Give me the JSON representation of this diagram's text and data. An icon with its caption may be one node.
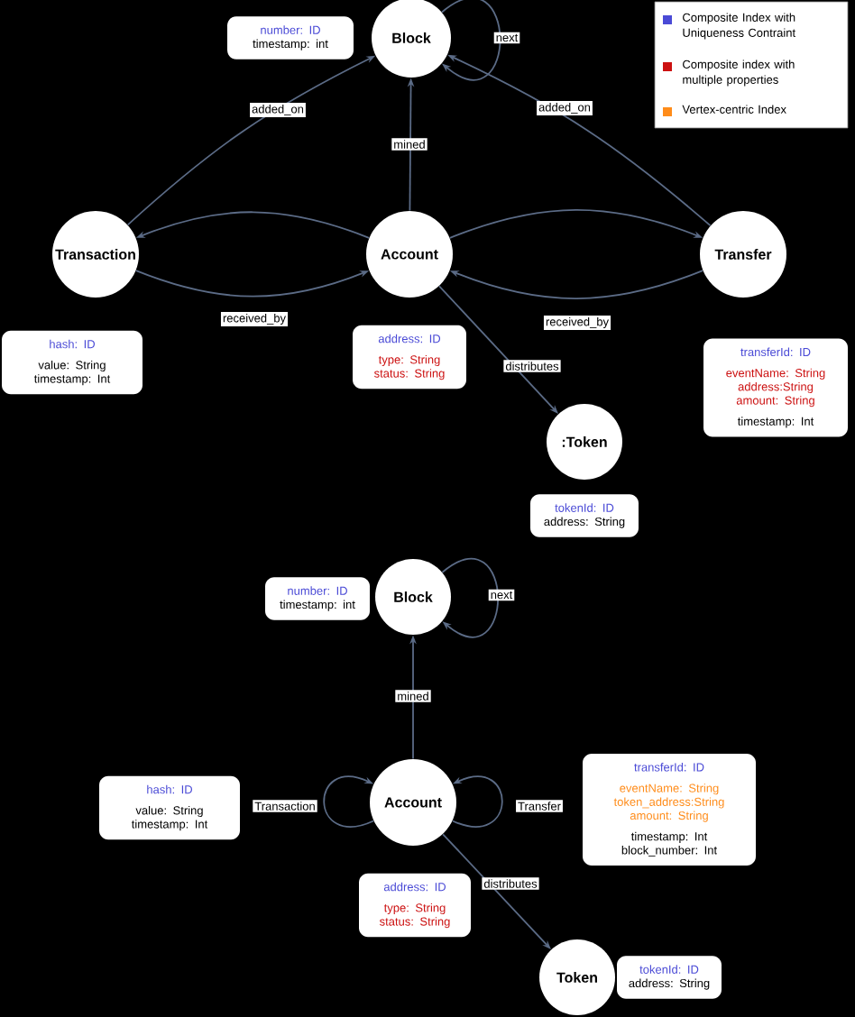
{
  "diagram": {
    "nodes": [
      {
        "text": [
          "Block"
        ]
      },
      {
        "text": [
          "number: ID",
          "timestamp: int"
        ]
      },
      {
        "text": [
          "Transaction"
        ]
      },
      {
        "text": [
          "Account"
        ]
      },
      {
        "text": [
          "Transfer"
        ]
      },
      {
        "text": [
          "hash: ID",
          "value: String timestamp: Int"
        ]
      },
      {
        "text": [
          "address: ID",
          "type: String status: String"
        ]
      },
      {
        "text": [
          ":Token"
        ]
      },
      {
        "text": [
          "tokenId: ID",
          "address: String"
        ]
      },
      {
        "text": [
          "transferId: ID",
          "eventName: String address:String amount: String",
          "timestamp: Int"
        ]
      },
      {
        "text": [
          "Block"
        ]
      },
      {
        "text": [
          "number: ID",
          "timestamp: int"
        ]
      },
      {
        "text": [
          "Account"
        ]
      },
      {
        "text": [
          "hash: ID",
          "value: String timestamp: Int"
        ]
      },
      {
        "text": [
          "transferId: ID",
          "eventName: String token_address:String amount: String",
          "timestamp: Int block_number: Int"
        ]
      },
      {
        "text": [
          "address: ID",
          "type: String status: String"
        ]
      },
      {
        "text": [
          "Token"
        ]
      },
      {
        "text": [
          "tokenId: ID",
          "address: String"
        ]
      }
    ],
    "edges": [
      {
        "from": 2,
        "to": 0,
        "arrow": "to",
        "label": "added_on"
      },
      {
        "from": 4,
        "to": 0,
        "arrow": "to",
        "label": "added_on"
      },
      {
        "from": 3,
        "to": 0,
        "arrow": "to",
        "label": "mined"
      },
      {
        "from": 0,
        "to": 0,
        "arrow": "to",
        "label": "next"
      },
      {
        "from": 3,
        "to": 2,
        "arrow": "to"
      },
      {
        "from": 2,
        "to": 3,
        "arrow": "to",
        "label": "received_by"
      },
      {
        "from": 3,
        "to": 4,
        "arrow": "to"
      },
      {
        "from": 4,
        "to": 3,
        "arrow": "to",
        "label": "received_by"
      },
      {
        "from": 3,
        "to": 7,
        "arrow": "to",
        "label": "distributes"
      },
      {
        "from": 12,
        "to": 10,
        "arrow": "to",
        "label": "mined"
      },
      {
        "from": 10,
        "to": 10,
        "arrow": "to",
        "label": "next"
      },
      {
        "from": 12,
        "to": 12,
        "arrow": "to",
        "label": "Transaction"
      },
      {
        "from": 12,
        "to": 12,
        "arrow": "to",
        "label": "Transfer"
      },
      {
        "from": 12,
        "to": 16,
        "arrow": "to",
        "label": "distributes"
      }
    ],
    "legend": [
      {
        "text": "Composite Index with Uniqueness Contraint",
        "color": "#4a4ad6"
      },
      {
        "text": "Composite index with multiple properties",
        "color": "#cc1111"
      },
      {
        "text": "Vertex-centric Index",
        "color": "#ff8c1a"
      }
    ]
  }
}
